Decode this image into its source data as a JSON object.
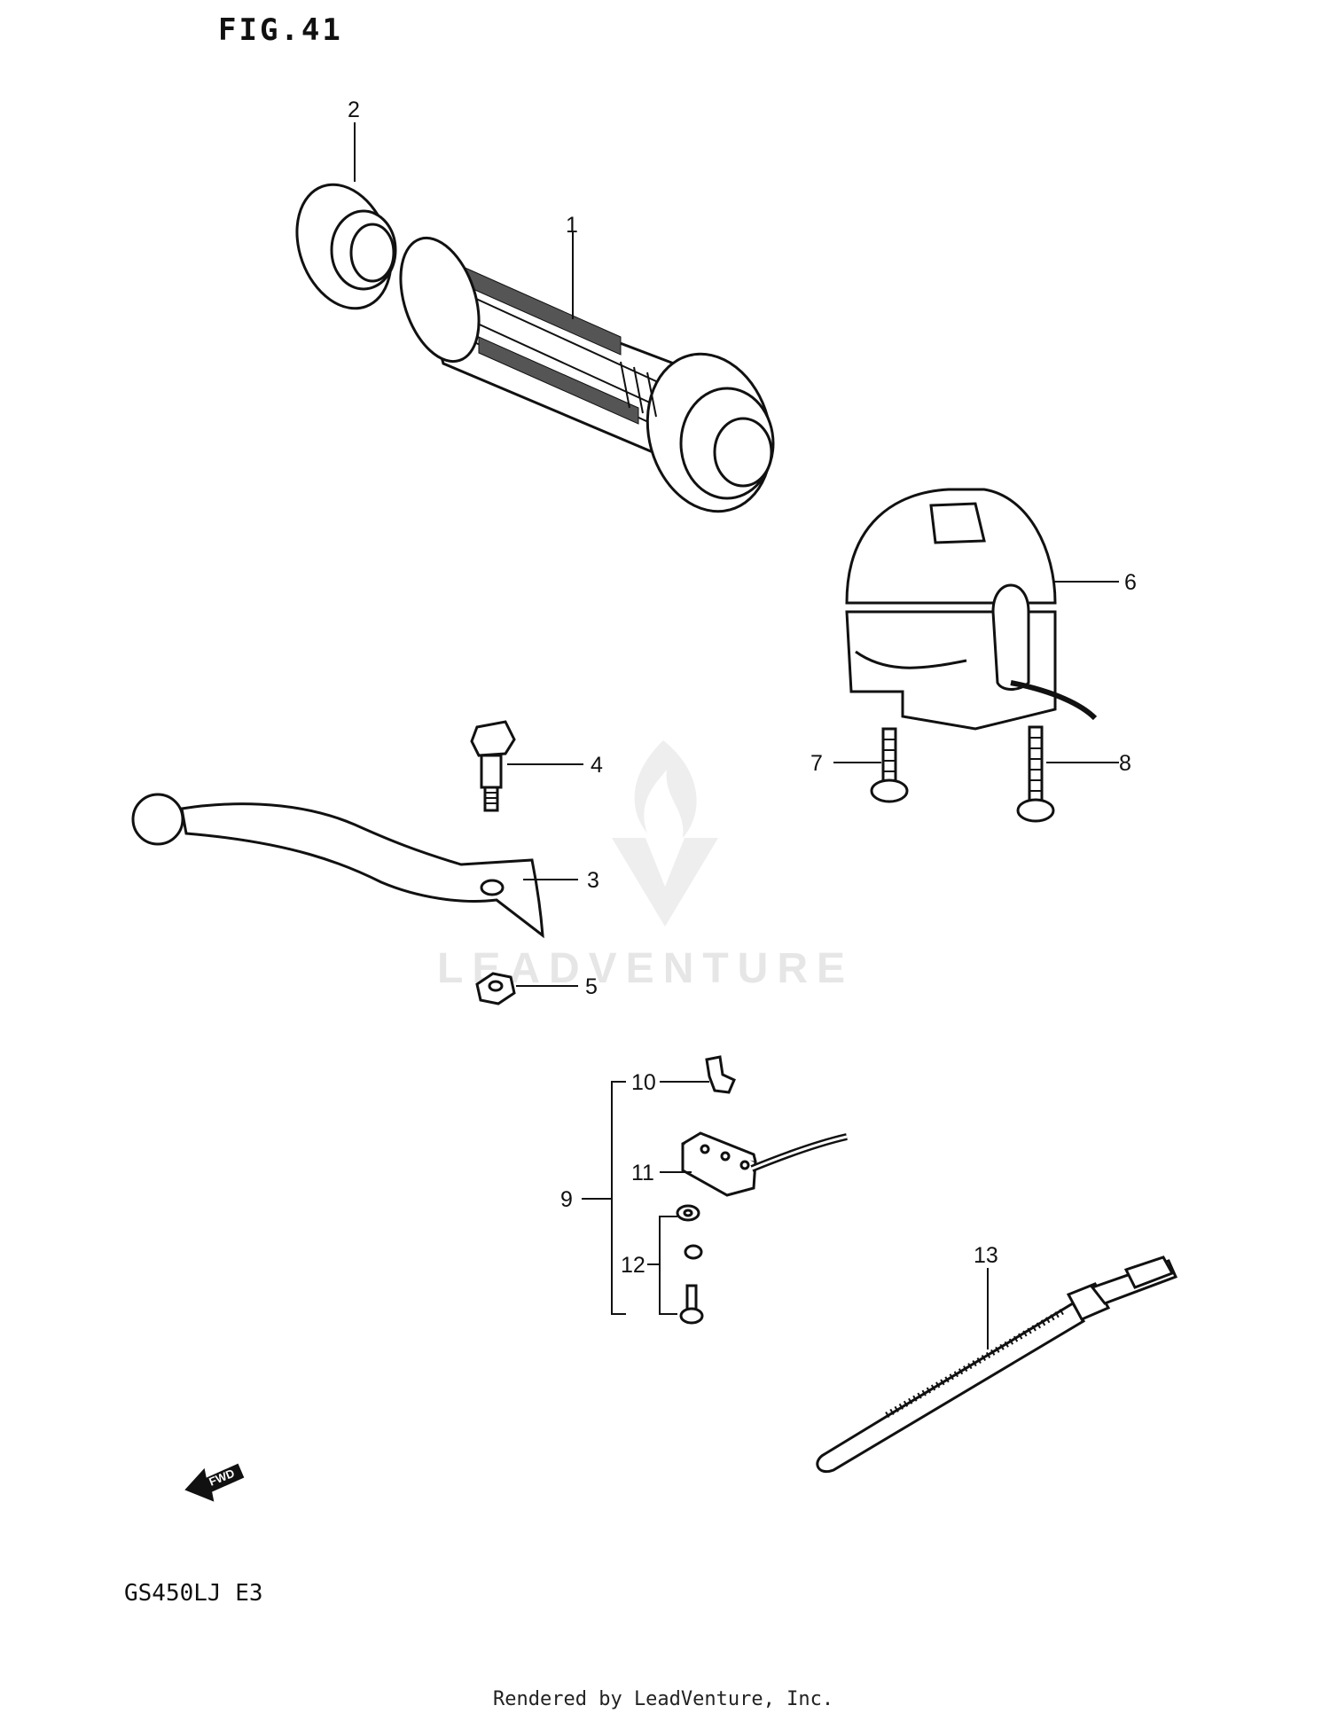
{
  "figure": {
    "title": "FIG.41",
    "model": "GS450LJ E3"
  },
  "callouts": [
    "1",
    "2",
    "3",
    "4",
    "5",
    "6",
    "7",
    "8",
    "9",
    "10",
    "11",
    "12",
    "13"
  ],
  "arrow": {
    "label": "FWD"
  },
  "watermark": {
    "text": "LEADVENTURE"
  },
  "footer": {
    "text": "Rendered by LeadVenture, Inc."
  }
}
